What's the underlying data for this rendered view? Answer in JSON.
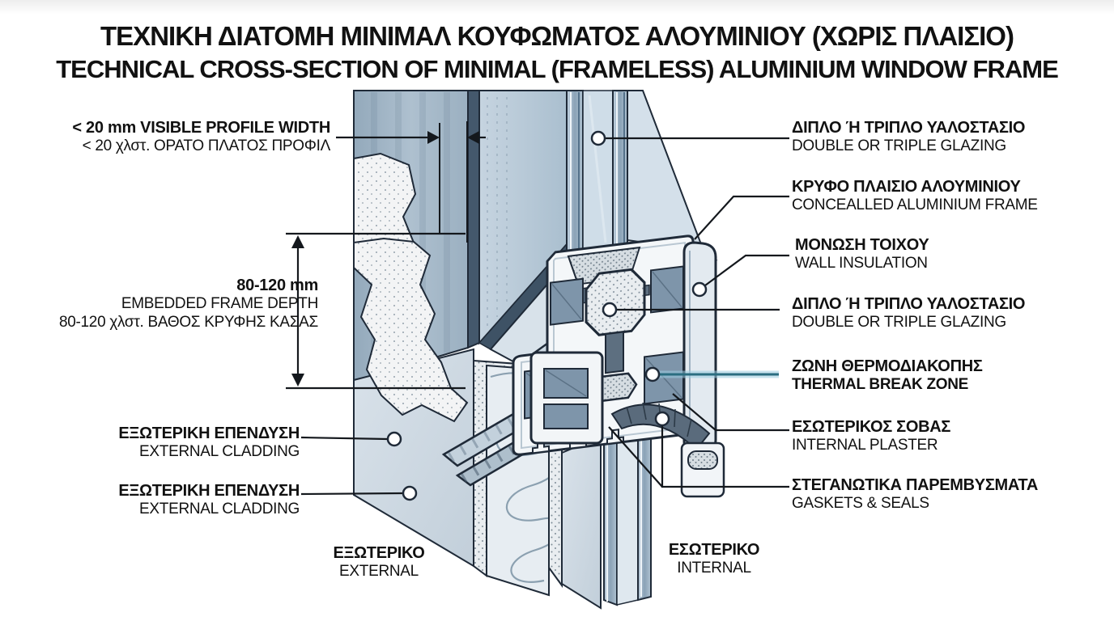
{
  "title": {
    "el": "ΤΕΧΝΙΚΗ ΔΙΑΤΟΜΗ ΜΙΝΙΜΑΛ ΚΟΥΦΩΜΑΤΟΣ ΑΛΟΥΜΙΝΙΟΥ (ΧΩΡΙΣ ΠΛΑΙΣΙΟ)",
    "en": "TECHNICAL CROSS-SECTION OF MINIMAL (FRAMELESS) ALUMINIUM WINDOW FRAME"
  },
  "labels": {
    "visible_width": {
      "line1": "< 20 mm VISIBLE PROFILE WIDTH",
      "line2": "< 20 χλστ. ΟΡΑΤΟ ΠΛΑΤΟΣ ΠΡΟΦΙΛ"
    },
    "frame_depth": {
      "value": "80-120 mm",
      "en": "EMBEDDED FRAME DEPTH",
      "el": "80-120 χλστ. ΒΑΘΟΣ ΚΡΥΦΗΣ ΚΑΣΑΣ"
    },
    "cladding_upper": {
      "el": "ΕΞΩΤΕΡΙΚΗ ΕΠΕΝΔΥΣΗ",
      "en": "EXTERNAL CLADDING"
    },
    "cladding_lower": {
      "el": "ΕΞΩΤΕΡΙΚΗ ΕΠΕΝΔΥΣΗ",
      "en": "EXTERNAL CLADDING"
    },
    "external_side": {
      "el": "ΕΞΩΤΕΡΙΚΟ",
      "en": "EXTERNAL"
    },
    "internal_side": {
      "el": "ΕΣΩΤΕΡΙΚΟ",
      "en": "INTERNAL"
    },
    "glazing_top": {
      "el": "ΔΙΠΛΟ Ή ΤΡΙΠΛΟ ΥΑΛΟΣΤΑΣΙΟ",
      "en": "DOUBLE OR TRIPLE GLAZING"
    },
    "concealed_frame": {
      "el": "ΚΡΥΦΟ ΠΛΑΙΣΙΟ ΑΛΟΥΜΙΝΙΟΥ",
      "en": "CONCEALLED ALUMINIUM FRAME"
    },
    "wall_insulation": {
      "el": "ΜΟΝΩΣΗ ΤΟΙΧΟΥ",
      "en": "WALL INSULATION"
    },
    "glazing_mid": {
      "el": "ΔΙΠΛΟ Ή ΤΡΙΠΛΟ ΥΑΛΟΣΤΑΣΙΟ",
      "en": "DOUBLE OR TRIPLE GLAZING"
    },
    "thermal_break": {
      "el": "ΖΩΝΗ ΘΕΡΜΟΔΙΑΚΟΠΗΣ",
      "en": "THERMAL BREAK ZONE"
    },
    "internal_plaster": {
      "el": "ΕΣΩΤΕΡΙΚΟΣ ΣΟΒΑΣ",
      "en": "INTERNAL PLASTER"
    },
    "gaskets": {
      "el": "ΣΤΕΓΑΝΩΤΙΚΑ ΠΑΡΕΜΒΥΣΜΑΤΑ",
      "en": "GASKETS & SEALS"
    }
  },
  "colors": {
    "text": "#111111",
    "outline_navy": "#1f2a38",
    "leader_black": "#14181d",
    "accent_teal": "#2b6d80",
    "accent_halo": "#9ccde1",
    "metal_white": "#f4f7f9",
    "metal_light": "#dde5ec",
    "chamber_blue": "#7e95aa",
    "glass_blue": "#9fb4c6",
    "wall_blue": "#a2b6c6",
    "panel_light": "#ccd8e2",
    "gasket_dark": "#5a6b7c",
    "background": "#ffffff"
  }
}
